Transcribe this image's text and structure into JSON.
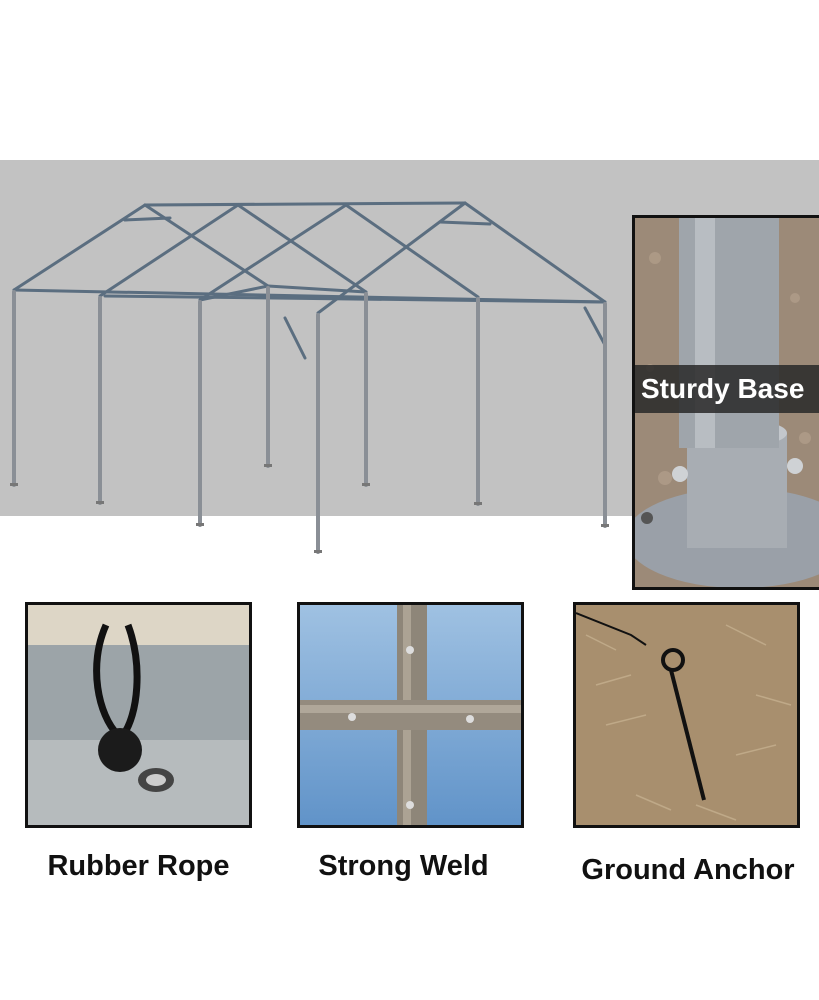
{
  "features": {
    "sturdy_base": "Sturdy Base",
    "rubber_rope": "Rubber Rope",
    "strong_weld": "Strong Weld",
    "ground_anchor": "Ground Anchor"
  },
  "colors": {
    "backdrop_band": "#c2c2c2",
    "frame_pipe": "#5b6e80",
    "border": "#111111"
  }
}
